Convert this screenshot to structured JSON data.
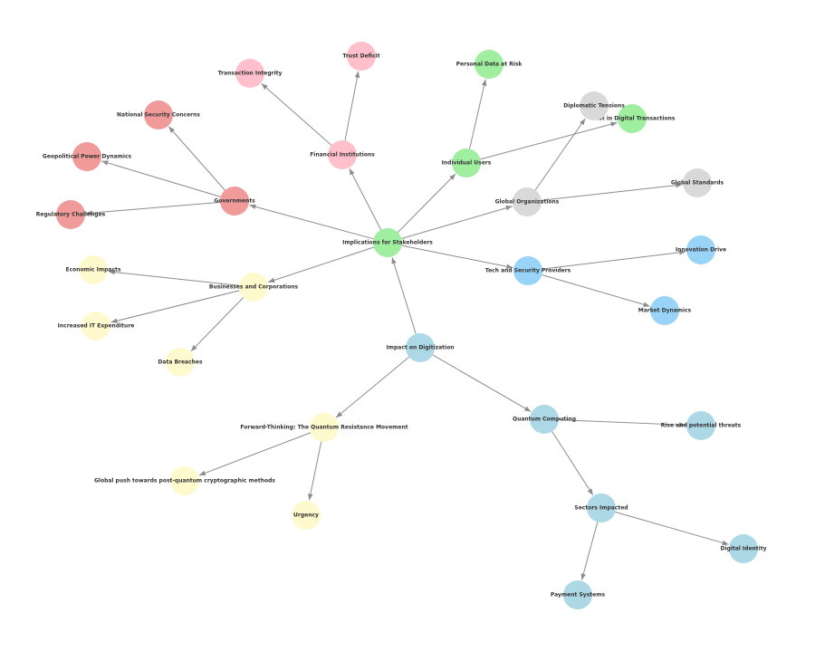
{
  "colors": {
    "red": "#f09a9a",
    "pink": "#ffc0cb",
    "green": "#a0eea0",
    "grey": "#d9d9d9",
    "blue": "#99d3f7",
    "lightblue": "#add8e6",
    "yellow": "#fffacd",
    "edge": "#8c8c8c",
    "text": "#333333"
  },
  "nodes": [
    {
      "id": "stakeholders",
      "label": "Implications for Stakeholders",
      "color": "green"
    },
    {
      "id": "governments",
      "label": "Governments",
      "color": "red"
    },
    {
      "id": "national_security",
      "label": "National Security Concerns",
      "color": "red"
    },
    {
      "id": "geopolitical",
      "label": "Geopolitical Power Dynamics",
      "color": "red"
    },
    {
      "id": "regulatory",
      "label": "Regulatory Challenges",
      "color": "red"
    },
    {
      "id": "financial",
      "label": "Financial Institutions",
      "color": "pink"
    },
    {
      "id": "transaction_integrity",
      "label": "Transaction Integrity",
      "color": "pink"
    },
    {
      "id": "trust_deficit",
      "label": "Trust Deficit",
      "color": "pink"
    },
    {
      "id": "individual_users",
      "label": "Individual Users",
      "color": "green"
    },
    {
      "id": "personal_data",
      "label": "Personal Data at Risk",
      "color": "green"
    },
    {
      "id": "trust_digital",
      "label": "Trust in Digital Transactions",
      "color": "green"
    },
    {
      "id": "global_orgs",
      "label": "Global Organizations",
      "color": "grey"
    },
    {
      "id": "diplomatic",
      "label": "Diplomatic Tensions",
      "color": "grey"
    },
    {
      "id": "global_standards",
      "label": "Global Standards",
      "color": "grey"
    },
    {
      "id": "tech_providers",
      "label": "Tech and Security Providers",
      "color": "blue"
    },
    {
      "id": "innovation",
      "label": "Innovation Drive",
      "color": "blue"
    },
    {
      "id": "market_dynamics",
      "label": "Market Dynamics",
      "color": "blue"
    },
    {
      "id": "businesses",
      "label": "Businesses and Corporations",
      "color": "yellow"
    },
    {
      "id": "economic_impacts",
      "label": "Economic Impacts",
      "color": "yellow"
    },
    {
      "id": "it_expenditure",
      "label": "Increased IT Expenditure",
      "color": "yellow"
    },
    {
      "id": "data_breaches",
      "label": "Data Breaches",
      "color": "yellow"
    },
    {
      "id": "digitization",
      "label": "Impact on Digitization",
      "color": "lightblue"
    },
    {
      "id": "forward_thinking",
      "label": "Forward-Thinking: The Quantum Resistance Movement",
      "color": "yellow"
    },
    {
      "id": "global_push",
      "label": "Global push towards post-quantum cryptographic methods",
      "color": "yellow"
    },
    {
      "id": "urgency",
      "label": "Urgency",
      "color": "yellow"
    },
    {
      "id": "quantum_computing",
      "label": "Quantum Computing",
      "color": "lightblue"
    },
    {
      "id": "rise_threats",
      "label": "Rise and potential threats",
      "color": "lightblue"
    },
    {
      "id": "sectors",
      "label": "Sectors Impacted",
      "color": "lightblue"
    },
    {
      "id": "digital_identity",
      "label": "Digital Identity",
      "color": "lightblue"
    },
    {
      "id": "payment_systems",
      "label": "Payment Systems",
      "color": "lightblue"
    }
  ],
  "edges": [
    {
      "from": "stakeholders",
      "to": "governments"
    },
    {
      "from": "stakeholders",
      "to": "financial"
    },
    {
      "from": "stakeholders",
      "to": "individual_users"
    },
    {
      "from": "stakeholders",
      "to": "global_orgs"
    },
    {
      "from": "stakeholders",
      "to": "tech_providers"
    },
    {
      "from": "stakeholders",
      "to": "businesses"
    },
    {
      "from": "governments",
      "to": "national_security"
    },
    {
      "from": "governments",
      "to": "geopolitical"
    },
    {
      "from": "governments",
      "to": "regulatory"
    },
    {
      "from": "financial",
      "to": "transaction_integrity"
    },
    {
      "from": "financial",
      "to": "trust_deficit"
    },
    {
      "from": "individual_users",
      "to": "personal_data"
    },
    {
      "from": "individual_users",
      "to": "trust_digital"
    },
    {
      "from": "global_orgs",
      "to": "diplomatic"
    },
    {
      "from": "global_orgs",
      "to": "global_standards"
    },
    {
      "from": "tech_providers",
      "to": "innovation"
    },
    {
      "from": "tech_providers",
      "to": "market_dynamics"
    },
    {
      "from": "businesses",
      "to": "economic_impacts"
    },
    {
      "from": "businesses",
      "to": "it_expenditure"
    },
    {
      "from": "businesses",
      "to": "data_breaches"
    },
    {
      "from": "digitization",
      "to": "stakeholders"
    },
    {
      "from": "digitization",
      "to": "forward_thinking"
    },
    {
      "from": "digitization",
      "to": "quantum_computing"
    },
    {
      "from": "forward_thinking",
      "to": "global_push"
    },
    {
      "from": "forward_thinking",
      "to": "urgency"
    },
    {
      "from": "quantum_computing",
      "to": "rise_threats"
    },
    {
      "from": "quantum_computing",
      "to": "sectors"
    },
    {
      "from": "sectors",
      "to": "digital_identity"
    },
    {
      "from": "sectors",
      "to": "payment_systems"
    }
  ]
}
